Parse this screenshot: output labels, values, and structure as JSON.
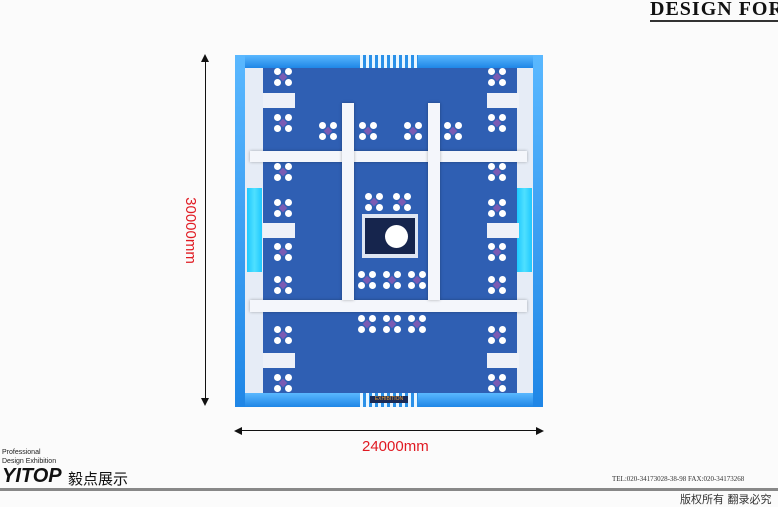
{
  "header": {
    "title": "DESIGN FOR"
  },
  "dimensions": {
    "height_label": "30000mm",
    "width_label": "24000mm"
  },
  "booth": {
    "entrance_sign": "EXHIBITION"
  },
  "colors": {
    "floor": "#2f5fb3",
    "frame": "#1f86e6",
    "accent_cyan": "#1ec8ff",
    "dimension": "#e01a22"
  },
  "footer": {
    "tagline_1": "Professional",
    "tagline_2": "Design Exhibition",
    "logo": "YITOP",
    "logo_cn": "毅点展示",
    "contact": "TEL:020-34173028-38-98   FAX:020-34173268",
    "copyright": "版权所有  翻录必究"
  }
}
